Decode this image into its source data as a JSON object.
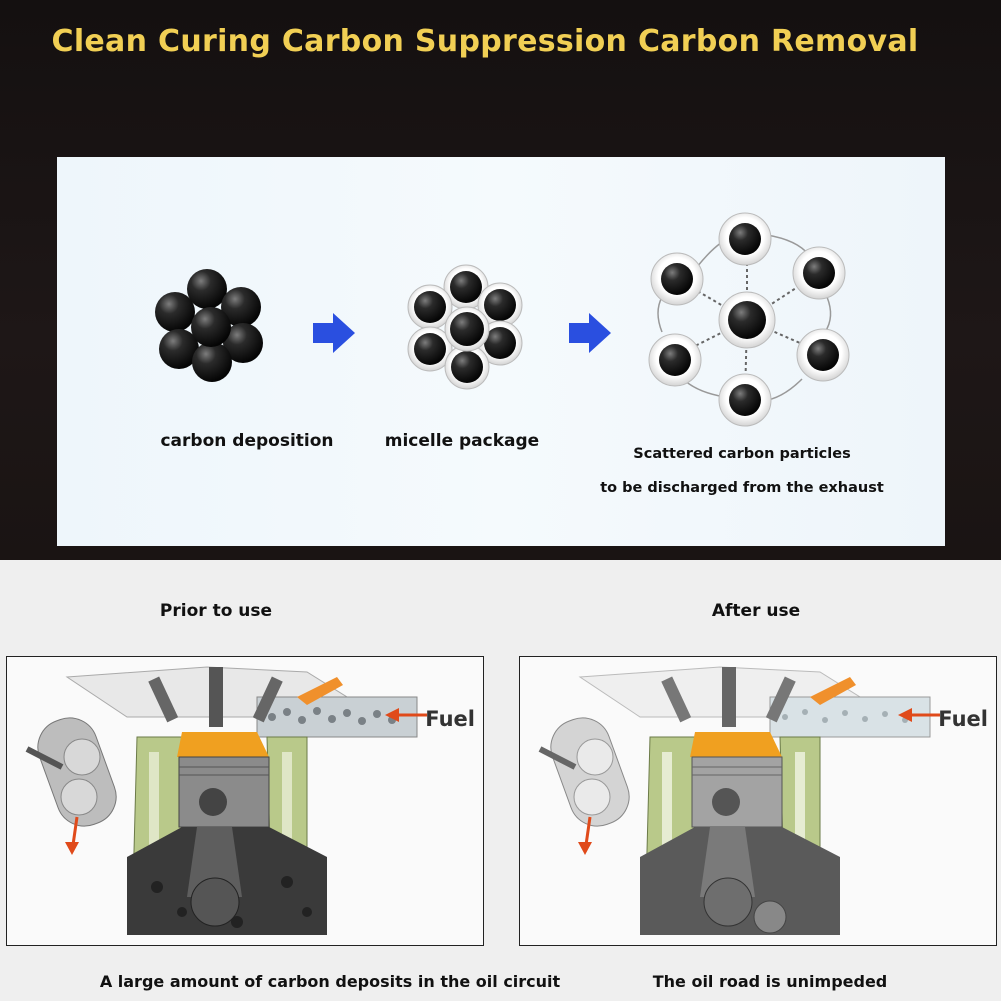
{
  "title": "Clean Curing Carbon Suppression Carbon Removal",
  "stages": [
    {
      "label": "carbon deposition"
    },
    {
      "label": "micelle package"
    },
    {
      "label_line1": "Scattered carbon particles",
      "label_line2": "to be discharged from the exhaust"
    }
  ],
  "comparison": {
    "before": {
      "heading": "Prior to use",
      "caption": "A large amount of carbon deposits in the oil circuit",
      "fuel_label": "Fuel"
    },
    "after": {
      "heading": "After use",
      "caption": "The oil road is unimpeded",
      "fuel_label": "Fuel"
    }
  },
  "colors": {
    "title": "#f1cf54",
    "arrow": "#2a4fe0",
    "combustion": "#f0a020",
    "jacket": "#b9c98a",
    "flow_arrow": "#e04a1a"
  }
}
